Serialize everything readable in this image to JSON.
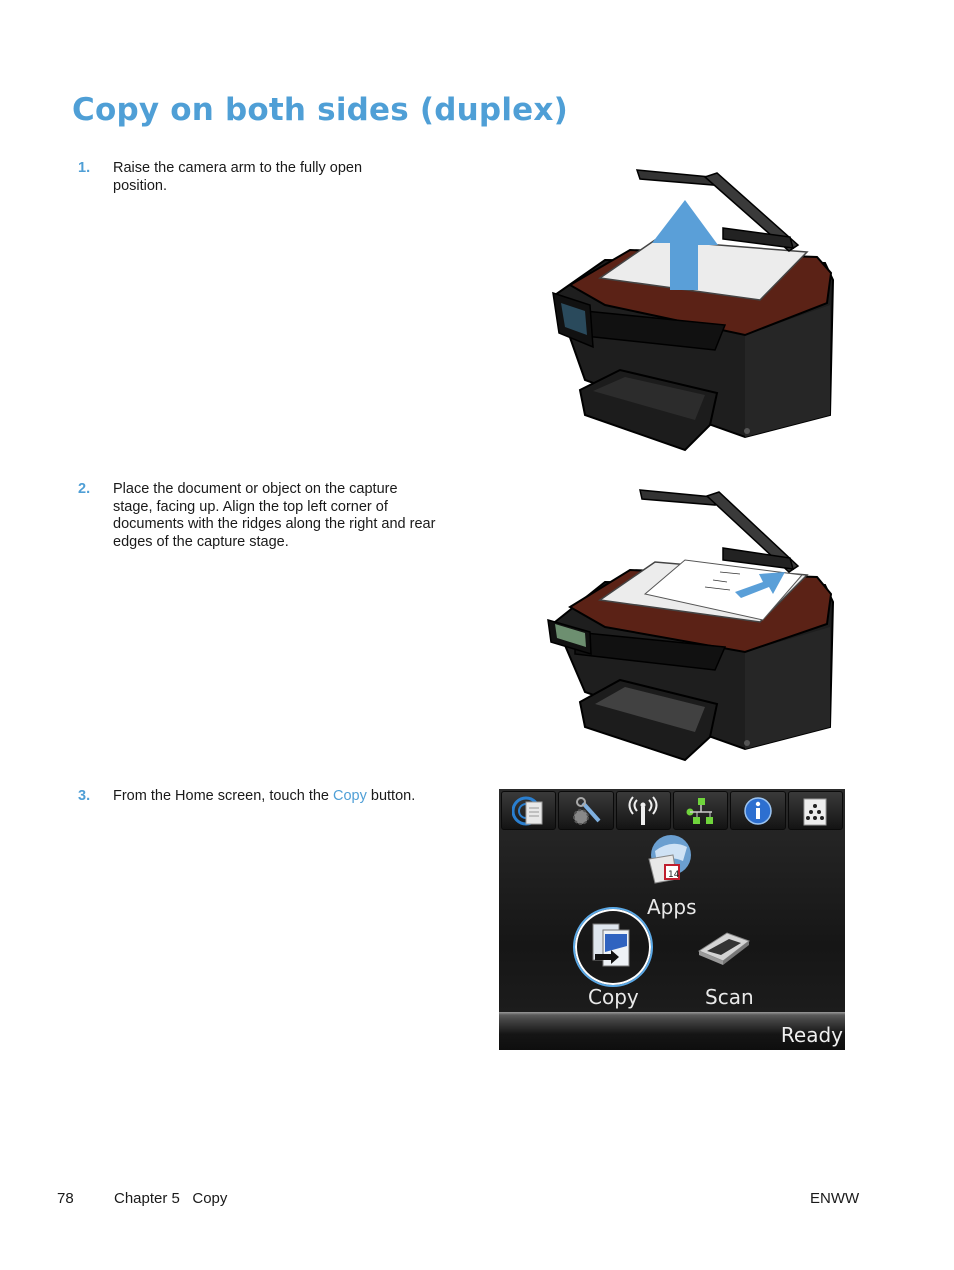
{
  "page": {
    "title": "Copy on both sides (duplex)",
    "accent_color": "#4f9fd6"
  },
  "steps": [
    {
      "number": "1.",
      "text": "Raise the camera arm to the fully open position."
    },
    {
      "number": "2.",
      "text": "Place the document or object on the capture stage, facing up. Align the top left corner of documents with the ridges along the right and rear edges of the capture stage."
    },
    {
      "number": "3.",
      "text_before": "From the Home screen, touch the ",
      "link": "Copy",
      "text_after": " button."
    }
  ],
  "figures": {
    "fig1": {
      "description": "printer with camera arm raised, blue up arrow",
      "arrow_color": "#5a9fd8"
    },
    "fig2": {
      "description": "printer with document on capture stage, blue arrow pointing to top right corner",
      "arrow_color": "#5a9fd8"
    },
    "control_panel": {
      "top_icons": [
        "web-services-icon",
        "setup-icon",
        "wireless-icon",
        "network-icon",
        "info-icon",
        "supplies-icon"
      ],
      "apps_label": "Apps",
      "copy_label": "Copy",
      "scan_label": "Scan",
      "status": "Ready"
    }
  },
  "footer": {
    "page_number": "78",
    "chapter": "Chapter 5   Copy",
    "right": "ENWW"
  }
}
